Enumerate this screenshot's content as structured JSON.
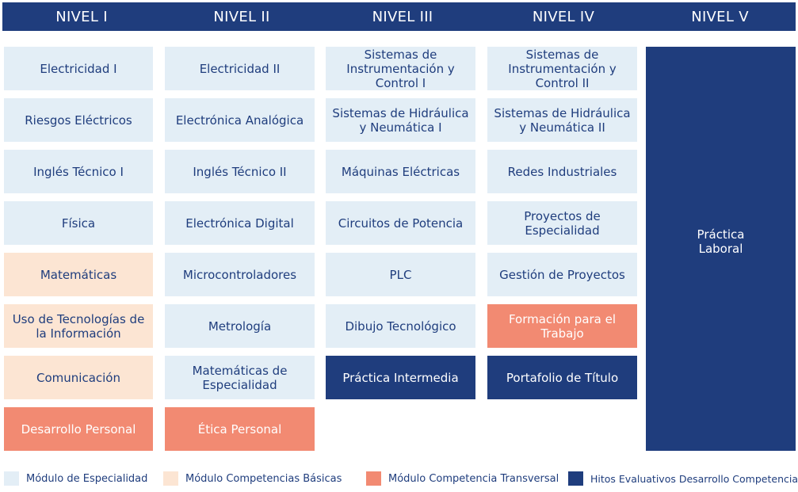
{
  "levels": [
    "NIVEL I",
    "NIVEL  II",
    "NIVEL III",
    "NIVEL IV",
    "NIVEL V"
  ],
  "modules": {
    "c1": [
      "Electricidad I",
      "Riesgos Eléctricos",
      "Inglés Técnico I",
      "Física",
      "Matemáticas",
      "Uso de Tecnologías de la Información",
      "Comunicación",
      "Desarrollo Personal"
    ],
    "c2": [
      "Electricidad II",
      "Electrónica Analógica",
      "Inglés Técnico II",
      "Electrónica Digital",
      "Microcontroladores",
      "Metrología",
      "Matemáticas de Especialidad",
      "Ética Personal"
    ],
    "c3": [
      "Sistemas de Instrumentación y Control I",
      "Sistemas de Hidráulica y Neumática I",
      "Máquinas Eléctricas",
      "Circuitos de Potencia",
      "PLC",
      "Dibujo Tecnológico",
      "Práctica Intermedia"
    ],
    "c4": [
      "Sistemas de Instrumentación y Control II",
      "Sistemas de Hidráulica y Neumática II",
      "Redes Industriales",
      "Proyectos de Especialidad",
      "Gestión de Proyectos",
      "Formación para el Trabajo",
      "Portafolio de Título"
    ],
    "c5": [
      "Práctica Laboral"
    ]
  },
  "legend": [
    "Módulo de Especialidad",
    "Módulo Competencias Básicas",
    "Módulo Competencia Transversal",
    "Hitos Evaluativos Desarrollo Competencias"
  ],
  "colors": {
    "header": "#1f3d7d",
    "especialidad": "#e3eef6",
    "basicas": "#fce5d3",
    "transversal": "#f28a72",
    "hitos": "#1f3d7d"
  }
}
